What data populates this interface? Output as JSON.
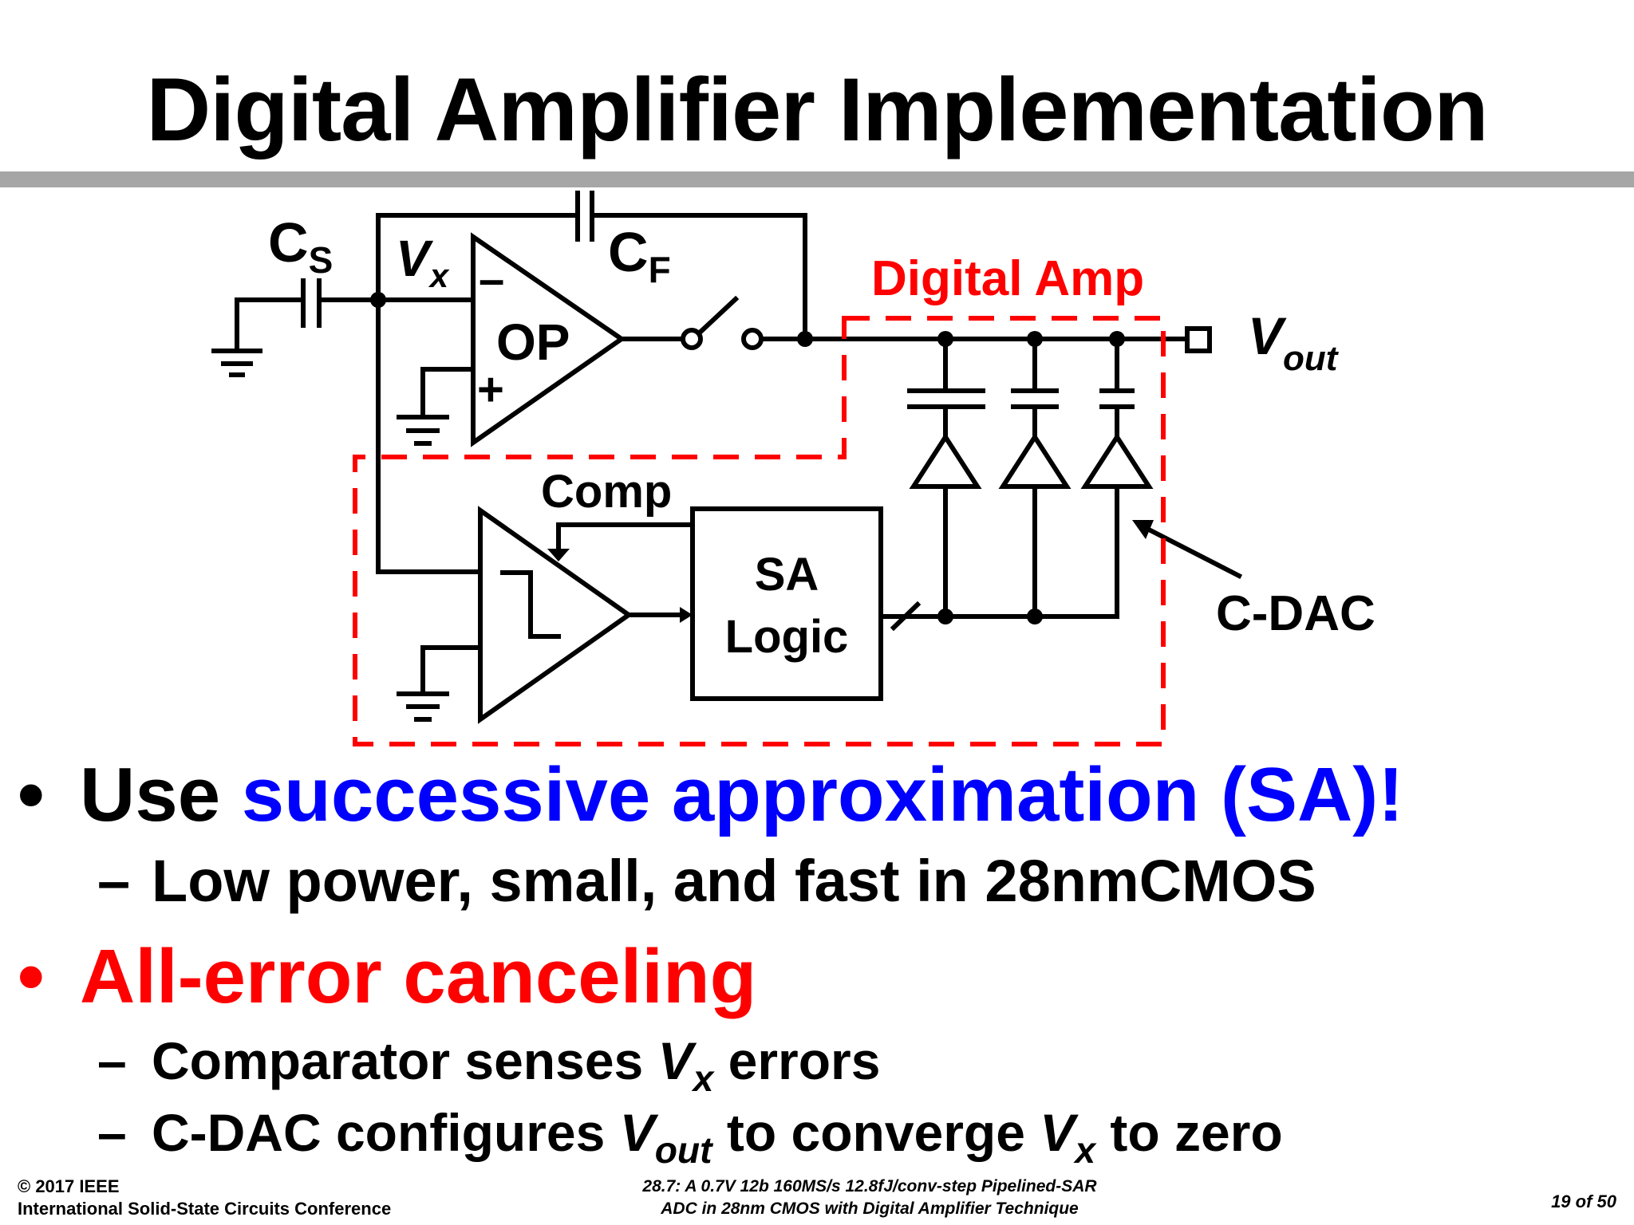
{
  "slide": {
    "title": "Digital Amplifier Implementation"
  },
  "diagram": {
    "label_cs_main": "C",
    "label_cs_sub": "S",
    "label_vx_main": "V",
    "label_vx_sub": "x",
    "label_cf_main": "C",
    "label_cf_sub": "F",
    "label_op": "OP",
    "label_minus": "–",
    "label_plus": "+",
    "label_digital_amp": "Digital Amp",
    "label_vout_main": "V",
    "label_vout_sub": "out",
    "label_comp": "Comp",
    "label_sa_line1": "SA",
    "label_sa_line2": "Logic",
    "label_cdac": "C-DAC"
  },
  "bullets": {
    "b1_prefix": "Use ",
    "b1_highlight": "successive approximation (SA)!",
    "s1": "Low power, small, and fast in 28nmCMOS",
    "b2": "All-error canceling",
    "s2_prefix": "Comparator senses ",
    "s2_var_main": "V",
    "s2_var_sub": "x",
    "s2_suffix": " errors",
    "s3_prefix": "C-DAC configures ",
    "s3_var1_main": "V",
    "s3_var1_sub": "out",
    "s3_mid": " to converge ",
    "s3_var2_main": "V",
    "s3_var2_sub": "x",
    "s3_suffix": " to zero",
    "bullet_symbol": "•",
    "dash_symbol": "–"
  },
  "footer": {
    "copyright": "© 2017 IEEE",
    "conference": "International Solid-State Circuits Conference",
    "paper_line1": "28.7: A 0.7V 12b 160MS/s 12.8fJ/conv-step Pipelined-SAR",
    "paper_line2": "ADC in 28nm CMOS with Digital Amplifier Technique",
    "page": "19 of 50"
  },
  "colors": {
    "highlight_blue": "#0000ff",
    "highlight_red": "#ff0000",
    "title_rule": "#a6a6a6"
  }
}
